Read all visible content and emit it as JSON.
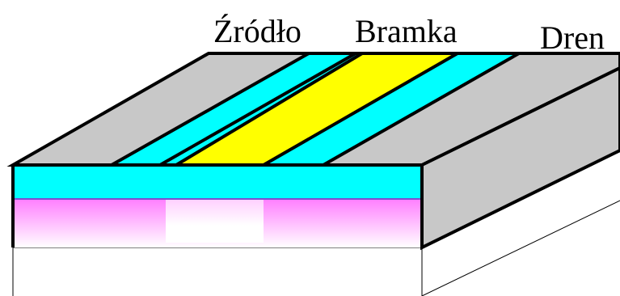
{
  "labels": {
    "source": "Źródło",
    "gate": "Bramka",
    "drain": "Dren"
  },
  "colors": {
    "electrode_gray": "#c8c8c8",
    "oxide_cyan": "#00ffff",
    "gate_yellow": "#ffff00",
    "substrate_magenta": "#ff80ff",
    "outline": "#000000"
  }
}
